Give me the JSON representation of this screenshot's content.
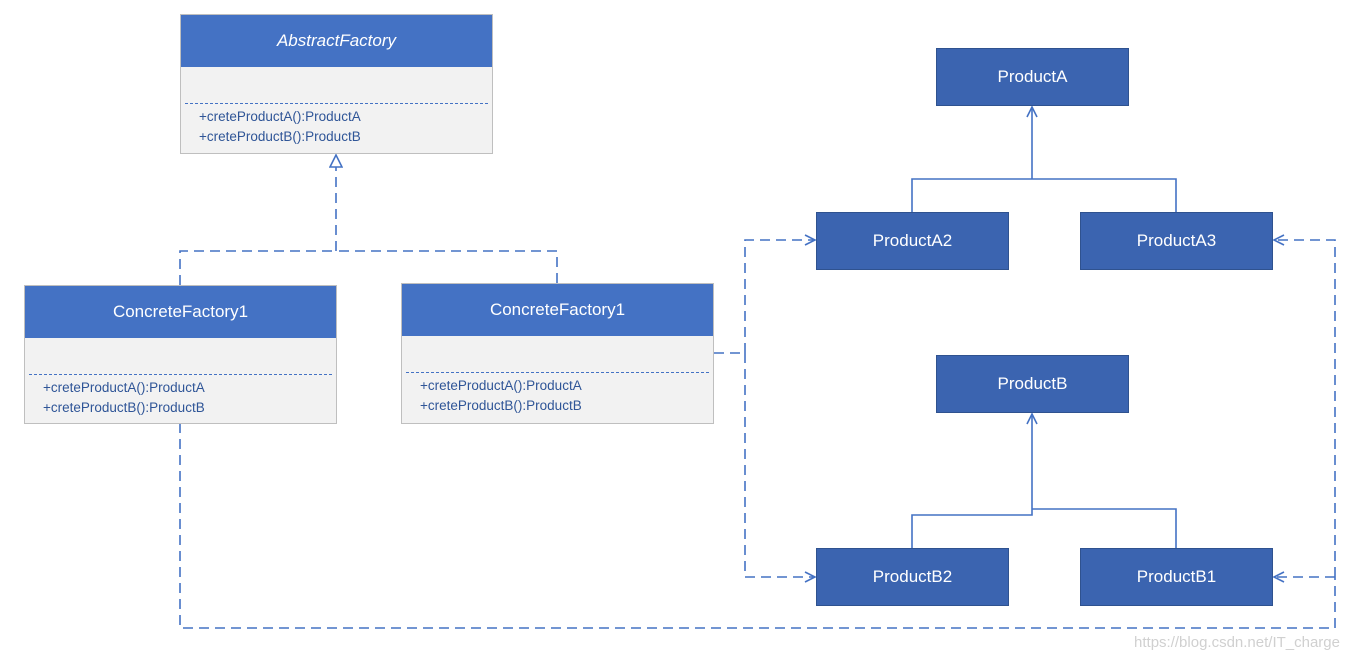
{
  "classes": {
    "abstract_factory": {
      "name": "AbstractFactory",
      "methods": [
        "+creteProductA():ProductA",
        "+creteProductB():ProductB"
      ]
    },
    "concrete_factory_left": {
      "name": "ConcreteFactory1",
      "methods": [
        "+creteProductA():ProductA",
        "+creteProductB():ProductB"
      ]
    },
    "concrete_factory_right": {
      "name": "ConcreteFactory1",
      "methods": [
        "+creteProductA():ProductA",
        "+creteProductB():ProductB"
      ]
    }
  },
  "products": {
    "product_a": "ProductA",
    "product_a2": "ProductA2",
    "product_a3": "ProductA3",
    "product_b": "ProductB",
    "product_b2": "ProductB2",
    "product_b1": "ProductB1"
  },
  "watermark": "https://blog.csdn.net/IT_charge",
  "colors": {
    "class_header": "#4472c4",
    "class_body": "#f2f2f2",
    "product_fill": "#3b64b0",
    "connector": "#4472c4",
    "method_text": "#2f5597"
  }
}
